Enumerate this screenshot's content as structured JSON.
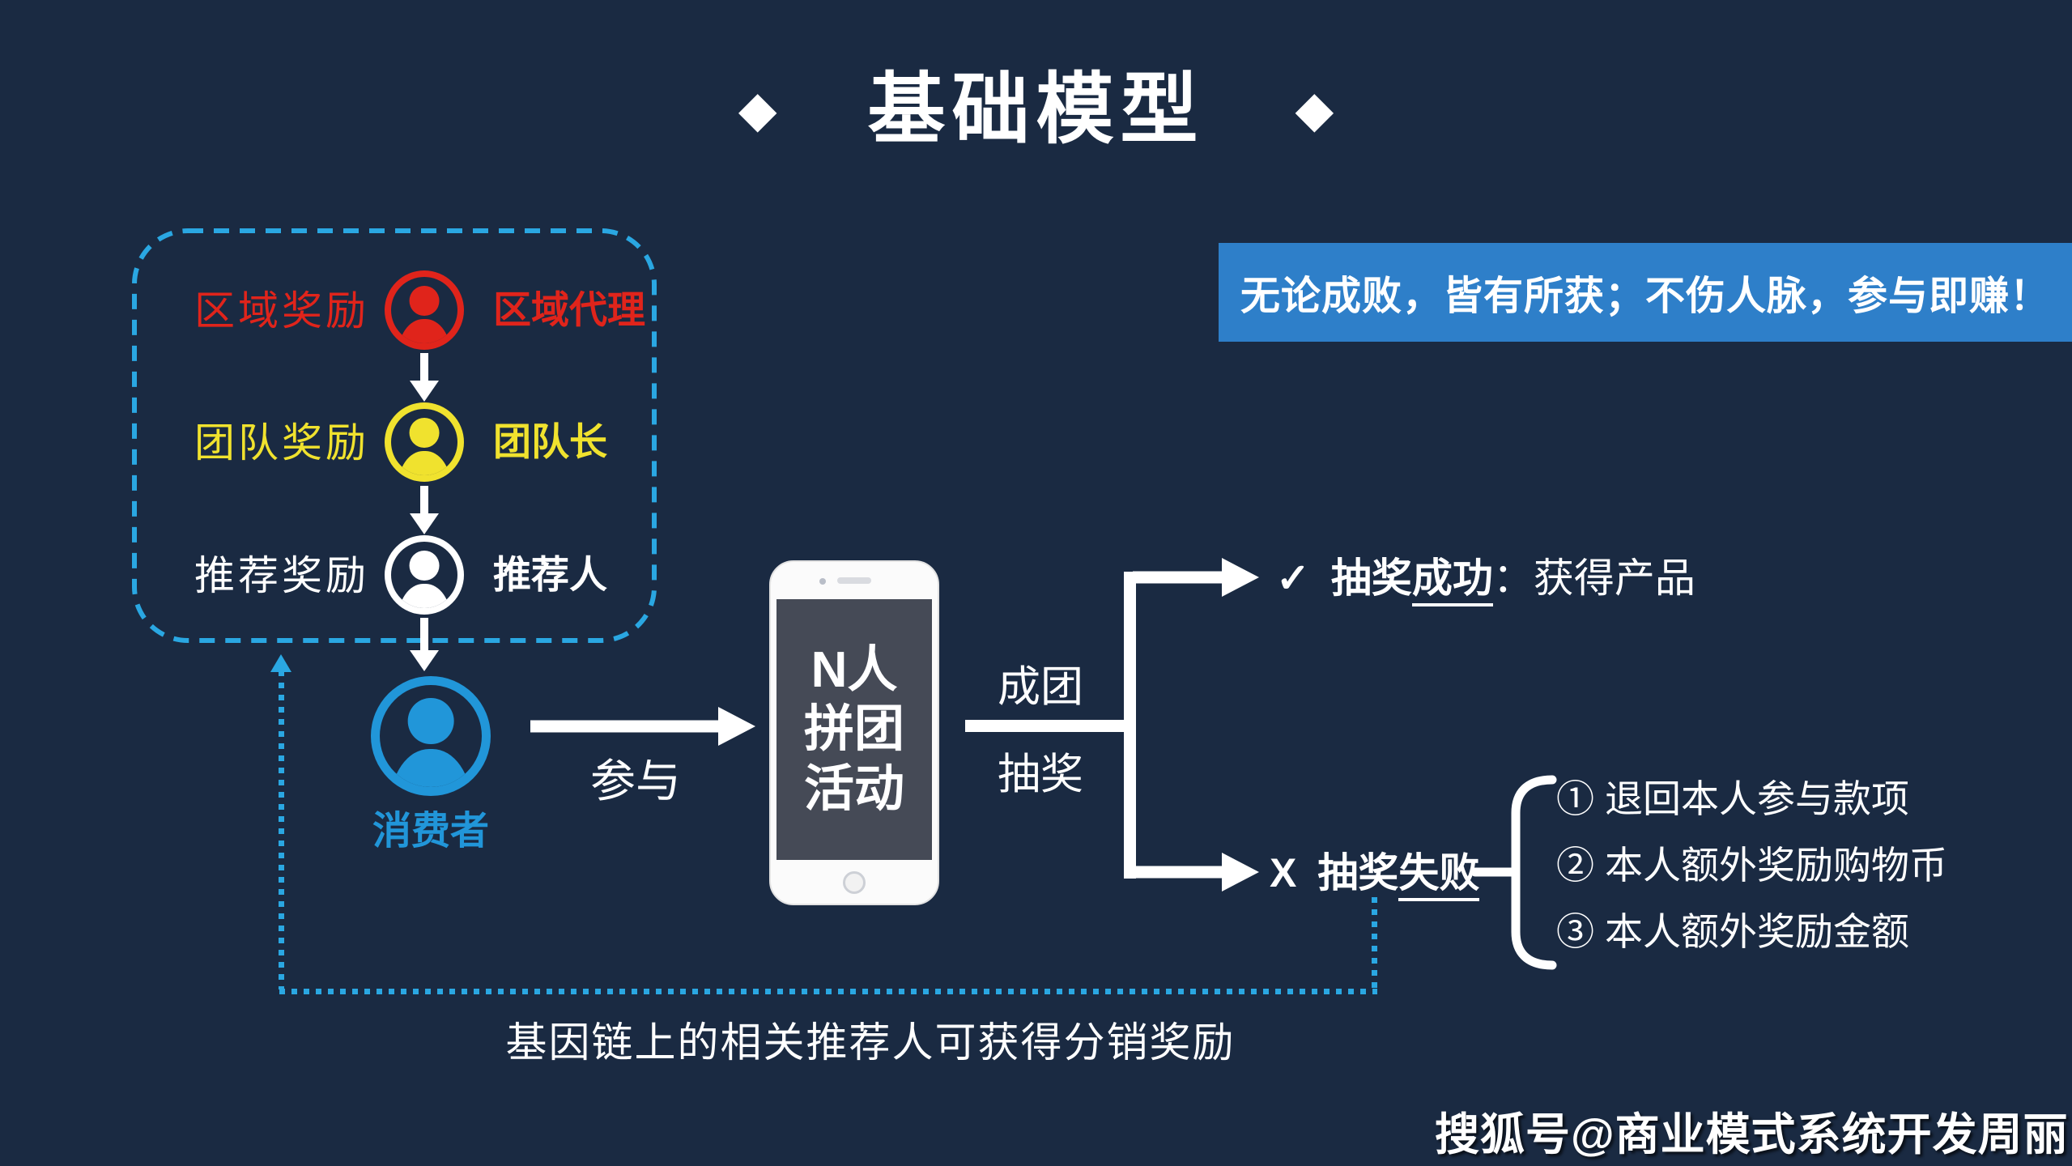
{
  "colors": {
    "background": "#1a2a42",
    "accent_blue": "#2aa7e2",
    "banner_blue": "#2e7fc9",
    "red": "#e0241b",
    "yellow": "#f0e22e",
    "consumer_blue": "#2196d9",
    "white": "#ffffff",
    "phone_screen": "#454a56"
  },
  "title": {
    "text": "基础模型",
    "diamond": "◆"
  },
  "banner": {
    "text": "无论成败，皆有所获；不伤人脉，参与即赚！"
  },
  "rewards": {
    "rows": [
      {
        "reward": "区域奖励",
        "role": "区域代理"
      },
      {
        "reward": "团队奖励",
        "role": "团队长"
      },
      {
        "reward": "推荐奖励",
        "role": "推荐人"
      }
    ]
  },
  "consumer": {
    "label": "消费者"
  },
  "flow": {
    "participate": "参与",
    "phone_lines": [
      "N人",
      "拼团",
      "活动"
    ],
    "group_success": "成团",
    "lottery": "抽奖"
  },
  "outcomes": {
    "success_mark": "✓",
    "success_prefix": "抽奖",
    "success_underlined": "成功",
    "success_suffix": "：获得产品",
    "failure_mark": "X",
    "failure_prefix": "抽奖",
    "failure_underlined": "失败",
    "failure_items": [
      "① 退回本人参与款项",
      "② 本人额外奖励购物币",
      "③ 本人额外奖励金额"
    ]
  },
  "loop_caption": "基因链上的相关推荐人可获得分销奖励",
  "watermark": "搜狐号@商业模式系统开发周丽"
}
